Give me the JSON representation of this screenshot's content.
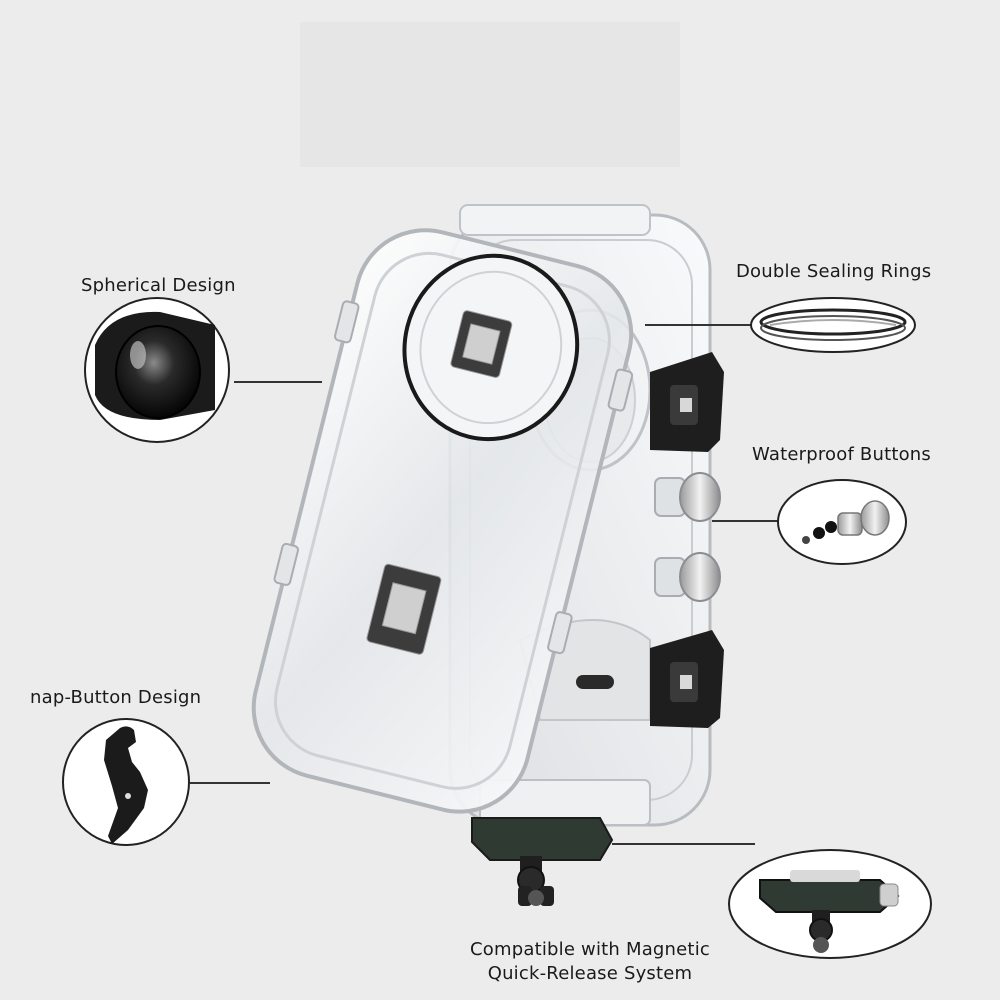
{
  "callouts": {
    "spherical": "Spherical Design",
    "sealing": "Double Sealing Rings",
    "buttons": "Waterproof Buttons",
    "snap": "nap-Button Design",
    "mount_line1": "Compatible with Magnetic",
    "mount_line2": "Quick-Release System"
  },
  "colors": {
    "background": "#ececec",
    "leader_line": "#333333",
    "latch": "#1e1e1e",
    "mount_plate": "#2f3a32"
  },
  "icons": [
    "dome-lens-icon",
    "sealing-ring-icon",
    "button-parts-icon",
    "snap-hook-icon",
    "quick-release-mount-icon"
  ]
}
